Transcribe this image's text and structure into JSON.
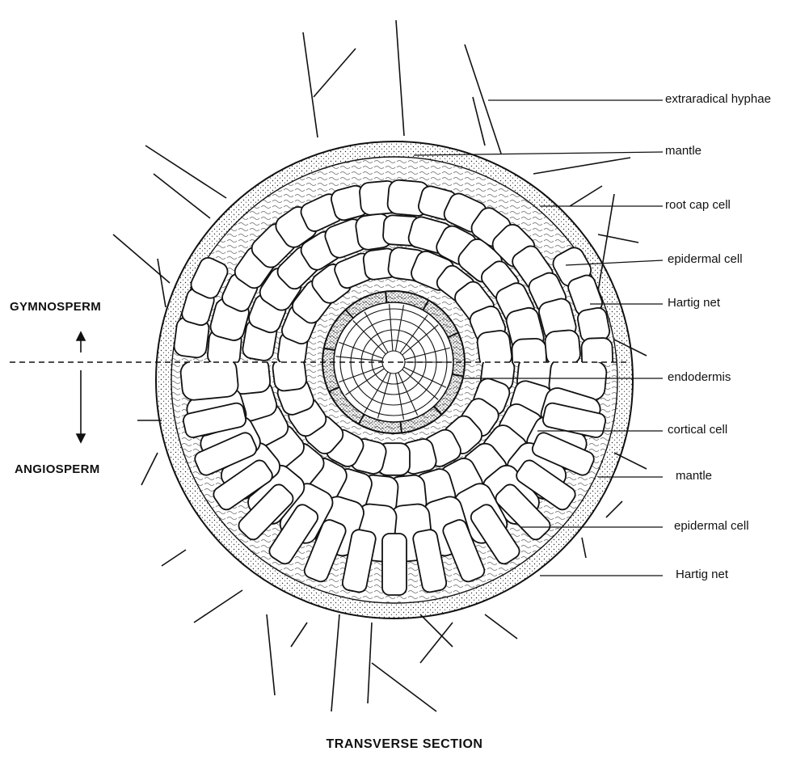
{
  "caption": "TRANSVERSE SECTION",
  "side_labels": {
    "top": "GYMNOSPERM",
    "bottom": "ANGIOSPERM"
  },
  "labels": [
    {
      "id": "extraradical-hyphae",
      "text": "extraradical hyphae"
    },
    {
      "id": "mantle-upper",
      "text": "mantle"
    },
    {
      "id": "root-cap-cell",
      "text": "root cap cell"
    },
    {
      "id": "epidermal-cell-upper",
      "text": "epidermal cell"
    },
    {
      "id": "hartig-net-upper",
      "text": "Hartig net"
    },
    {
      "id": "endodermis",
      "text": "endodermis"
    },
    {
      "id": "cortical-cell",
      "text": "cortical cell"
    },
    {
      "id": "mantle-lower",
      "text": "mantle"
    },
    {
      "id": "epidermal-cell-lower",
      "text": "epidermal cell"
    },
    {
      "id": "hartig-net-lower",
      "text": "Hartig net"
    }
  ],
  "colors": {
    "ink": "#111111",
    "stipple": "#2a2a2a",
    "background": "#ffffff"
  }
}
